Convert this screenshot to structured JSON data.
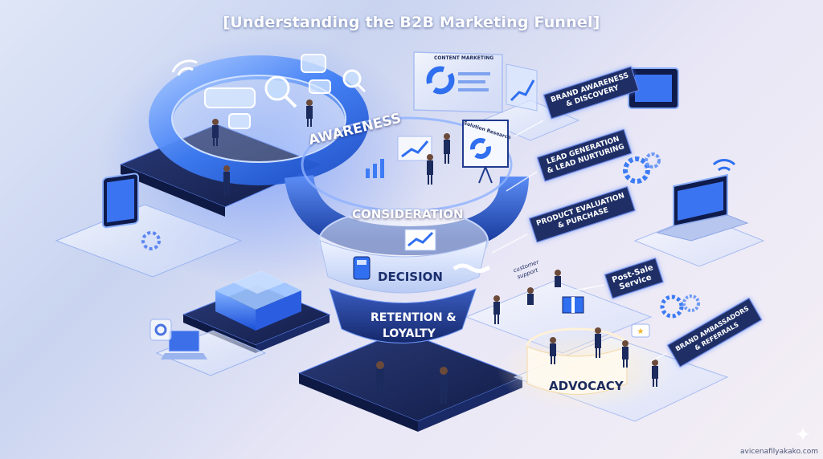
{
  "title": "[Understanding the B2B Marketing Funnel]",
  "stages": {
    "awareness": "AWARENESS",
    "consideration": "CONSIDERATION",
    "decision": "DECISION",
    "retention_line1": "RETENTION &",
    "retention_line2": "LOYALTY",
    "advocacy": "ADVOCACY"
  },
  "tags": {
    "content_marketing": "CONTENT MARKETING",
    "brand_awareness_1": "Brand Awareness",
    "brand_awareness_2": "& Discovery",
    "lead_gen_1": "Lead Generation",
    "lead_gen_2": "& Lead Nurturing",
    "product_eval_1": "Product Evaluation",
    "product_eval_2": "& Purchase",
    "post_sale_1": "Post-Sale",
    "post_sale_2": "Service",
    "brand_amb_1": "Brand Ambassadors",
    "brand_amb_2": "& Referrals",
    "customer_support_1": "customer",
    "customer_support_2": "support",
    "solution_research": "Solution Research"
  },
  "watermark": "avicenafilyakako.com",
  "colors": {
    "funnel_blue": "#2f6ff0",
    "navy_platform": "#1c2b5e",
    "tag_bg": "#1f2f66",
    "label_text": "#1b2f6d",
    "glow": "#6d8cf2"
  }
}
